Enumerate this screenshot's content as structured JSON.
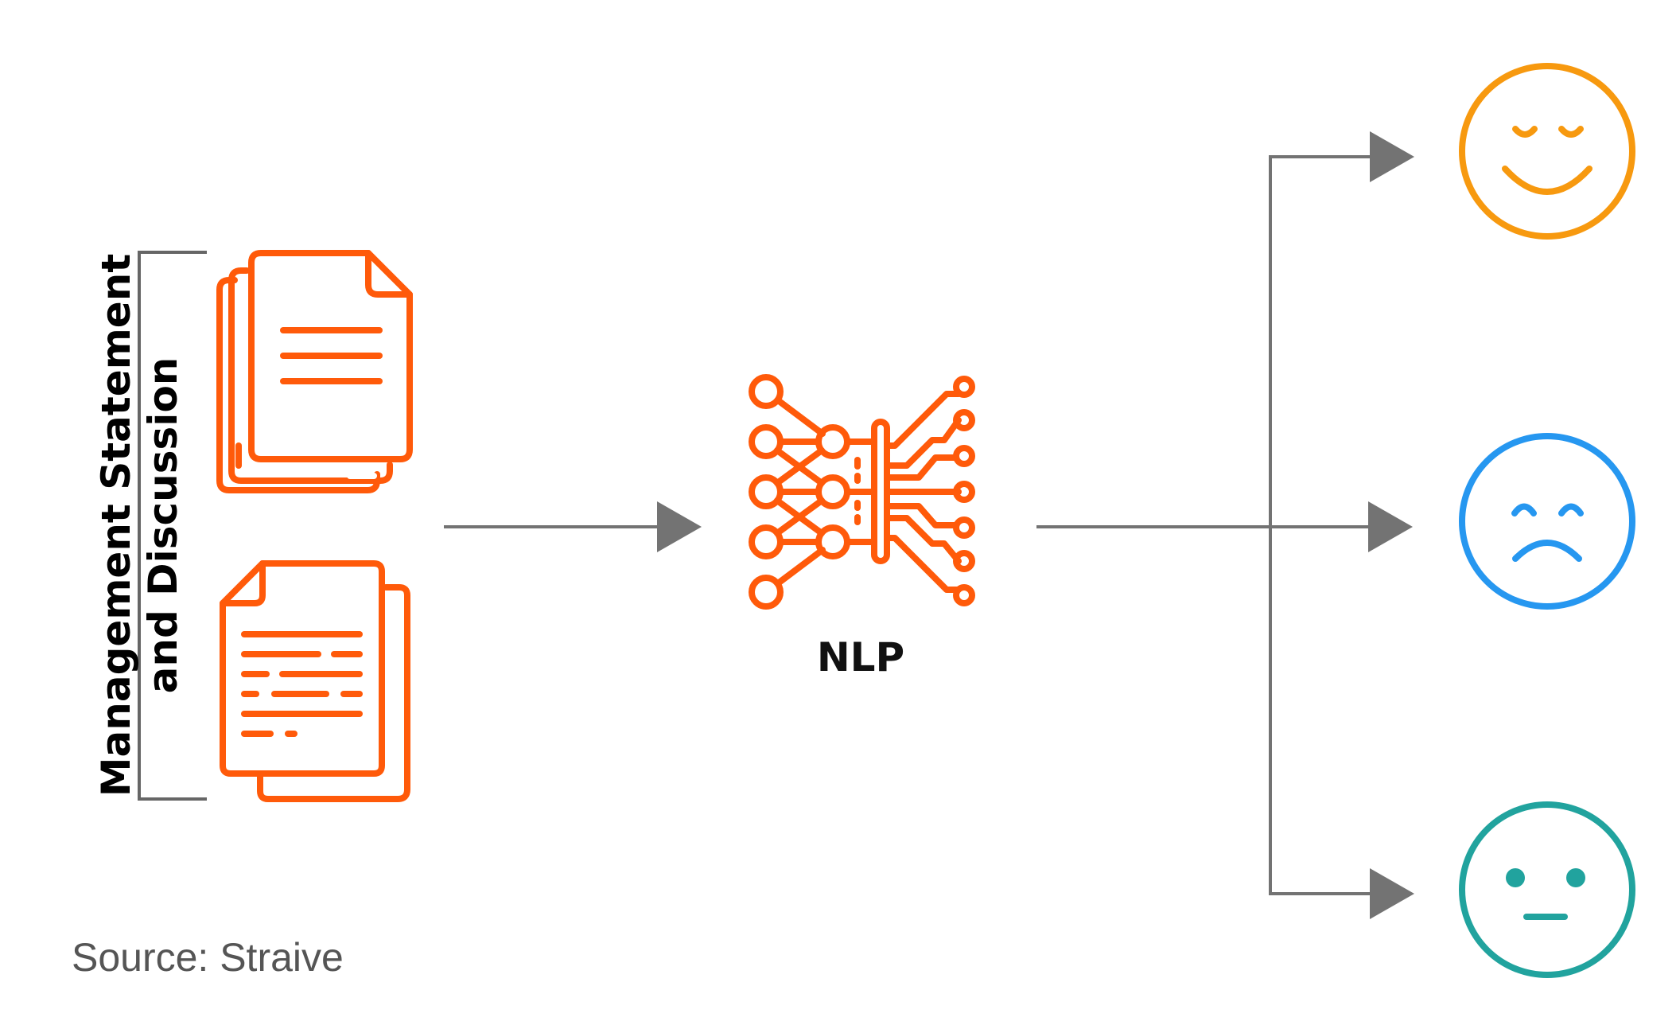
{
  "source_label": {
    "line1": "Management Statement",
    "line2": "and Discussion"
  },
  "process_label": "NLP",
  "footer": "Source: Straive",
  "icons": {
    "documents": "document-stack-icon",
    "nlp": "neural-network-icon",
    "positive": "smiling-face-icon",
    "negative": "sad-face-icon",
    "neutral": "neutral-face-icon"
  },
  "colors": {
    "orange_red": "#FF5A0A",
    "arrow_gray": "#737373",
    "positive": "#F7990F",
    "negative": "#2697F0",
    "neutral": "#21A39E",
    "bracket": "#666666"
  }
}
